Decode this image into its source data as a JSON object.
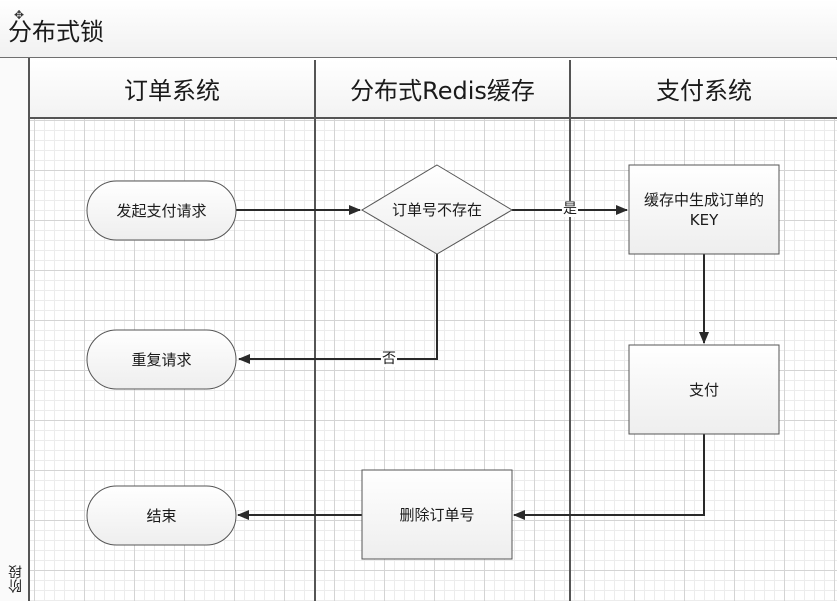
{
  "title": "分布式锁",
  "phase_label": "阶段",
  "lanes": [
    {
      "label": "订单系统"
    },
    {
      "label": "分布式Redis缓存"
    },
    {
      "label": "支付系统"
    }
  ],
  "nodes": {
    "start": "发起支付请求",
    "decision": "订单号不存在",
    "generate_key": "缓存中生成订单的KEY",
    "repeat_request": "重复请求",
    "pay": "支付",
    "delete_order": "删除订单号",
    "end": "结束"
  },
  "edge_labels": {
    "yes": "是",
    "no": "否"
  }
}
